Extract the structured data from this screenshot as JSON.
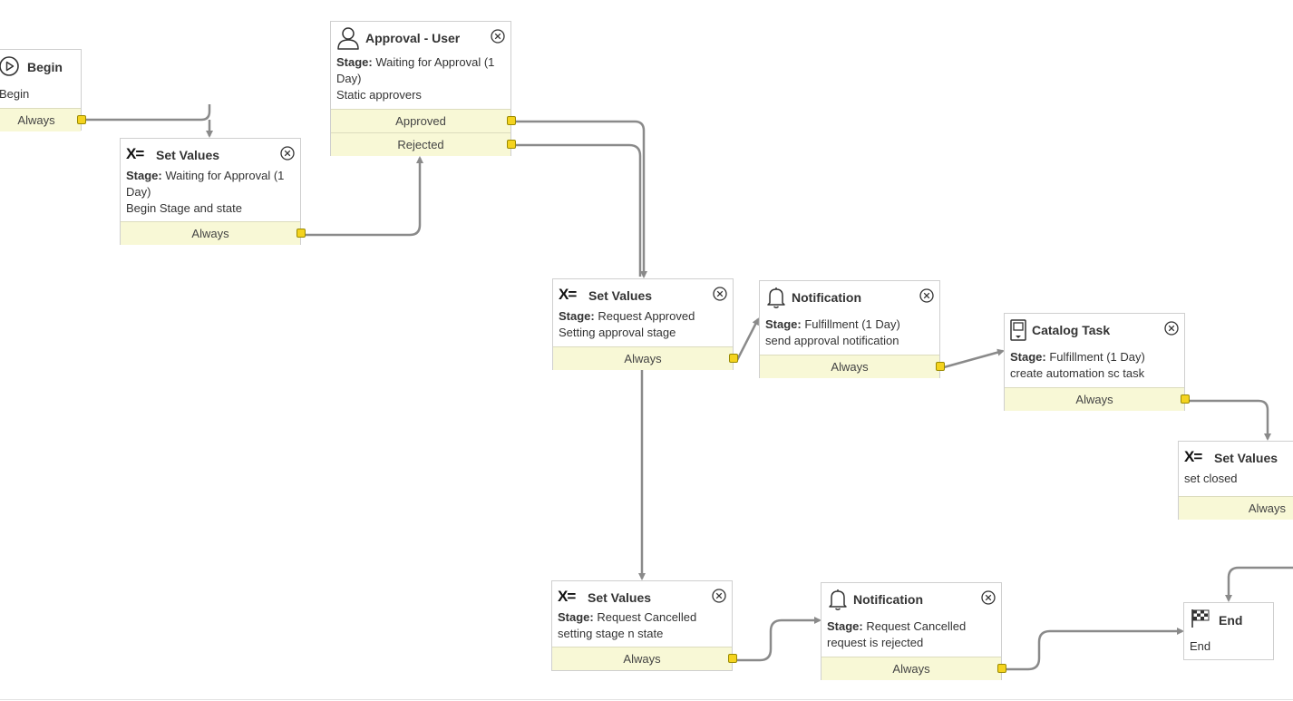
{
  "activities": {
    "begin": {
      "title": "Begin",
      "body": "Begin",
      "conditions": [
        "Always"
      ]
    },
    "set_values_1": {
      "title": "Set Values",
      "stage_label": "Stage:",
      "stage_value": "Waiting for Approval (1 Day)",
      "description": "Begin Stage and state",
      "conditions": [
        "Always"
      ]
    },
    "approval_user": {
      "title": "Approval - User",
      "stage_label": "Stage:",
      "stage_value": "Waiting for Approval (1 Day)",
      "description": "Static approvers",
      "conditions": [
        "Approved",
        "Rejected"
      ]
    },
    "set_values_approved": {
      "title": "Set Values",
      "stage_label": "Stage:",
      "stage_value": "Request Approved",
      "description": "Setting approval stage",
      "conditions": [
        "Always"
      ]
    },
    "notification_approved": {
      "title": "Notification",
      "stage_label": "Stage:",
      "stage_value": "Fulfillment (1 Day)",
      "description": "send approval notification",
      "conditions": [
        "Always"
      ]
    },
    "catalog_task": {
      "title": "Catalog Task",
      "stage_label": "Stage:",
      "stage_value": "Fulfillment (1 Day)",
      "description": "create automation sc task",
      "conditions": [
        "Always"
      ]
    },
    "set_values_closed": {
      "title": "Set Values",
      "description": "set closed",
      "conditions": [
        "Always"
      ]
    },
    "set_values_cancelled": {
      "title": "Set Values",
      "stage_label": "Stage:",
      "stage_value": "Request Cancelled",
      "description": "setting stage n state",
      "conditions": [
        "Always"
      ]
    },
    "notification_rejected": {
      "title": "Notification",
      "stage_label": "Stage:",
      "stage_value": "Request Cancelled",
      "description": "request is rejected",
      "conditions": [
        "Always"
      ]
    },
    "end": {
      "title": "End",
      "body": "End"
    }
  },
  "icons": {
    "begin": "play-circle-icon",
    "set_values": "set-values-icon",
    "approval": "user-icon",
    "notification": "bell-icon",
    "catalog_task": "catalog-task-icon",
    "end": "checkered-flag-icon",
    "close": "close-circle-icon"
  },
  "colors": {
    "condition_bg": "#f8f8d6",
    "port": "#f4d31f",
    "connector": "#8a8a8a",
    "border": "#cfcfcf"
  }
}
